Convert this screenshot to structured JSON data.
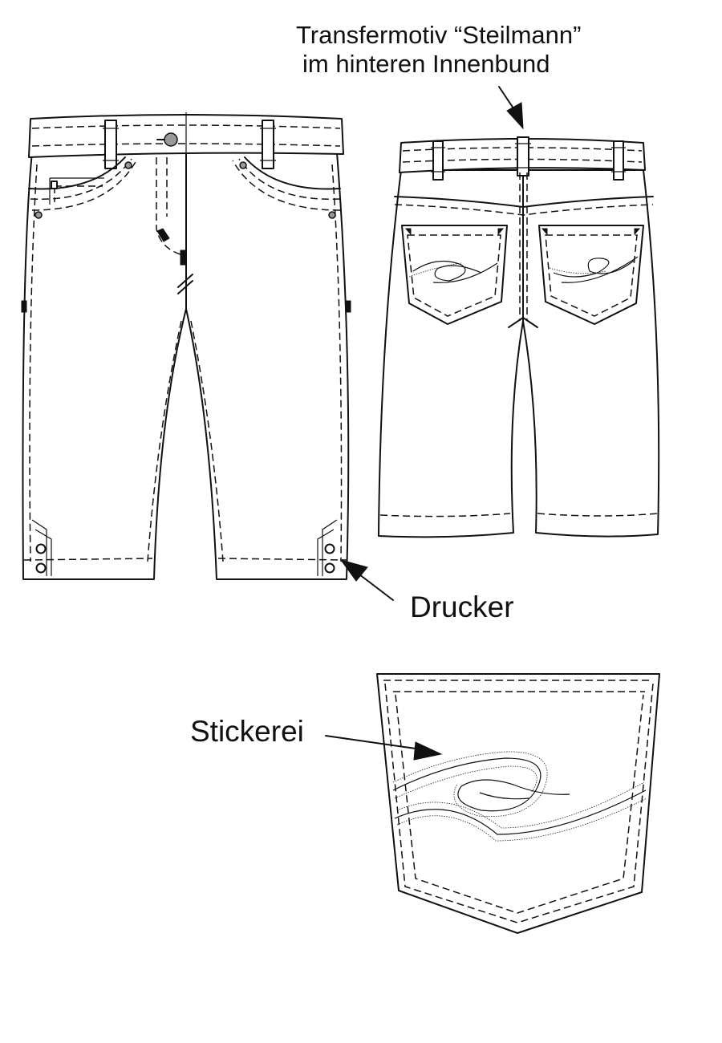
{
  "labels": {
    "transfer_line1": "Transfermotiv “Steilmann”",
    "transfer_line2": "im hinteren Innenbund",
    "drucker": "Drucker",
    "stickerei": "Stickerei"
  },
  "colors": {
    "line": "#111111",
    "fill": "#ffffff",
    "rivet": "#999999"
  },
  "icons": [
    "arrow-icon"
  ]
}
